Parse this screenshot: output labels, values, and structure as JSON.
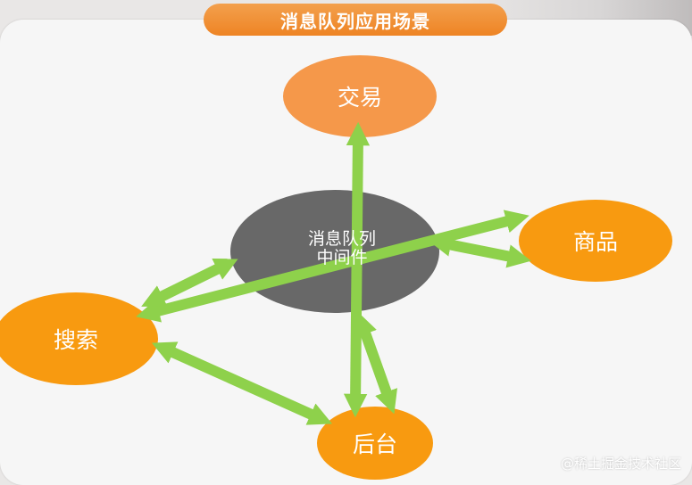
{
  "title": "消息队列应用场景",
  "center": {
    "label": "消息队列",
    "sublabel": "中间件"
  },
  "nodes": {
    "trade": "交易",
    "goods": "商品",
    "search": "搜索",
    "backend": "后台"
  },
  "watermark": "@稀土掘金技术社区",
  "colors": {
    "title_bar": "#ee8424",
    "node_orange": "#f89a10",
    "node_light_orange": "#f5984a",
    "center_gray": "#686868",
    "arrow_green": "#8ed14b"
  }
}
